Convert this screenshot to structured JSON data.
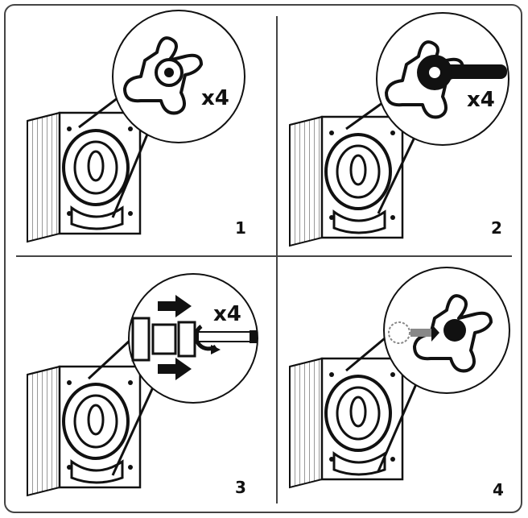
{
  "panels": [
    {
      "step": "1",
      "multiplier": "x4",
      "action": "bracket"
    },
    {
      "step": "2",
      "multiplier": "x4",
      "action": "wrench"
    },
    {
      "step": "3",
      "multiplier": "x4",
      "action": "remove-bolt"
    },
    {
      "step": "4",
      "multiplier": "",
      "action": "cap"
    }
  ],
  "colors": {
    "ink": "#111111",
    "paper": "#ffffff"
  }
}
